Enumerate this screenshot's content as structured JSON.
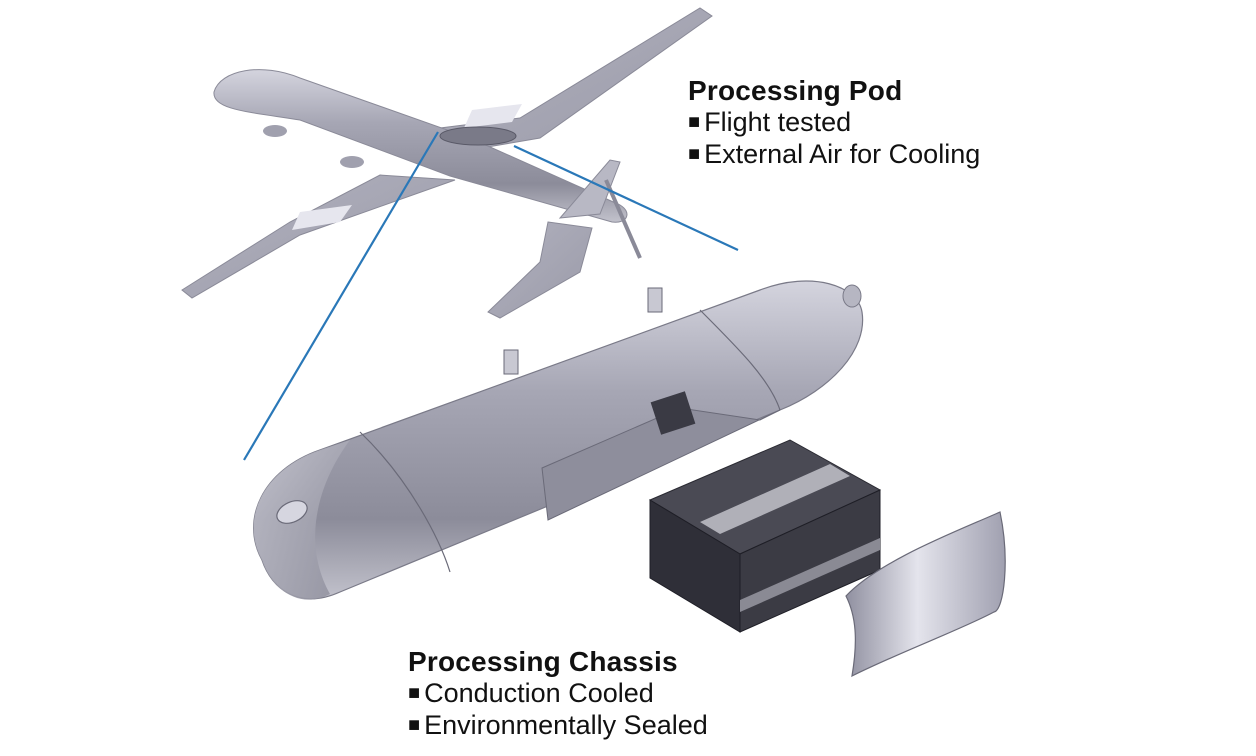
{
  "pod_label": {
    "title": "Processing Pod",
    "bullets": [
      "Flight tested",
      "External Air for Cooling"
    ]
  },
  "chassis_label": {
    "title": "Processing Chassis",
    "bullets": [
      "Conduction Cooled",
      "Environmentally Sealed"
    ]
  },
  "colors": {
    "background": "#ffffff",
    "leader_line": "#2a78b8",
    "metal": "#a9a9b6",
    "metal_dark": "#7c7c8a",
    "chassis_box": "#3b3b44",
    "stripe": "#b0b0b8"
  },
  "icons": {
    "bullet": "■"
  }
}
